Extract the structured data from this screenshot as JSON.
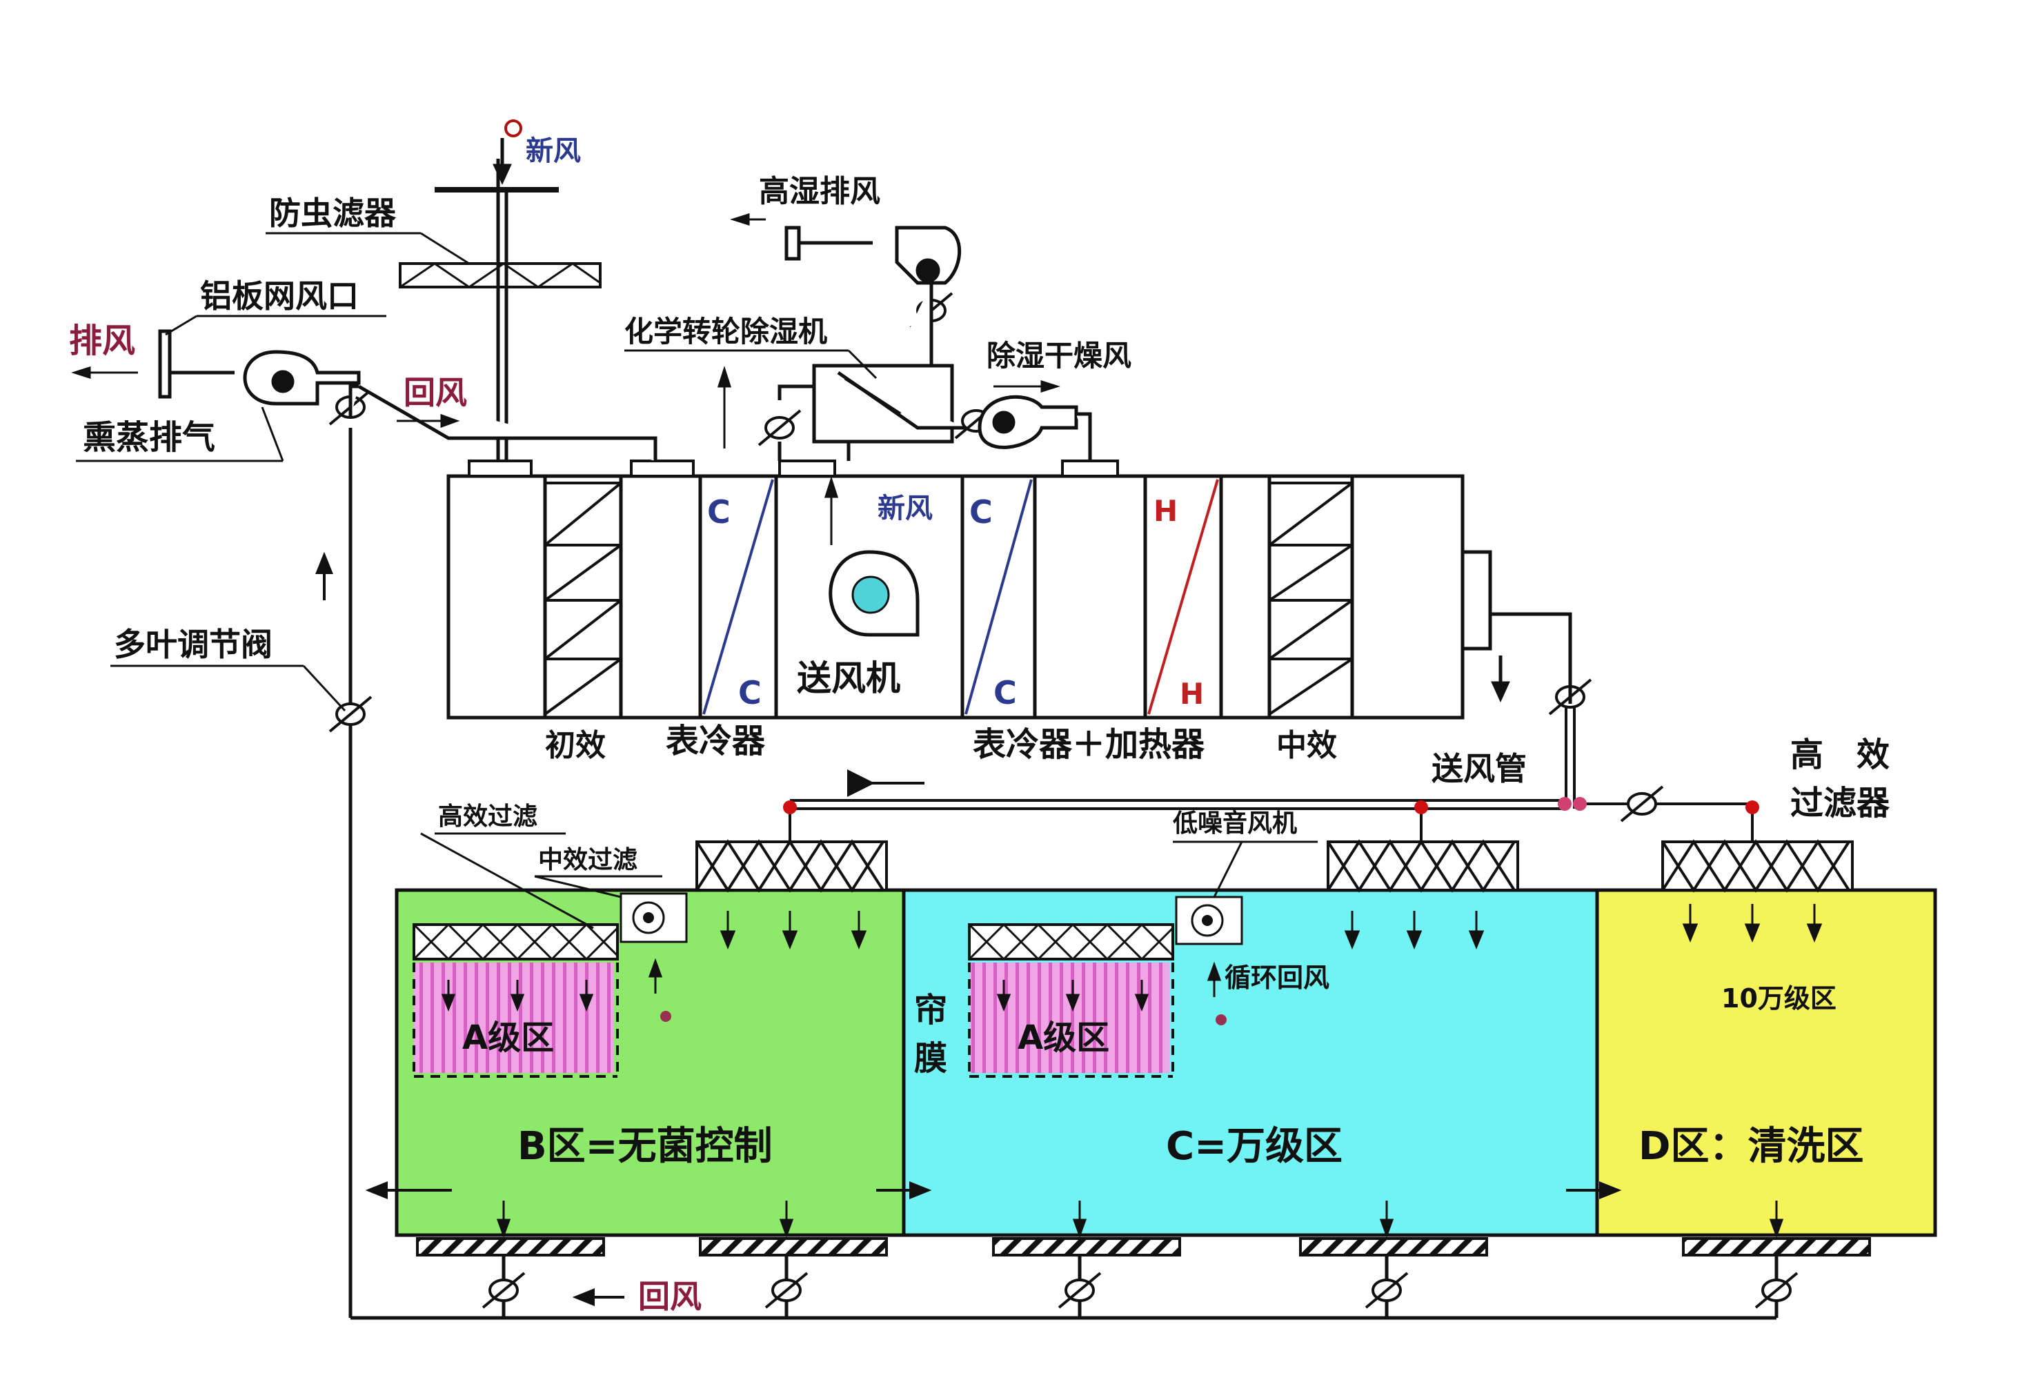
{
  "labels": {
    "fresh_air_top": "新风",
    "insect_filter": "防虫滤器",
    "aluminum_vent": "铝板网风口",
    "exhaust": "排风",
    "fumigation_exhaust": "熏蒸排气",
    "return_air_top": "回风",
    "multi_blade_damper": "多叶调节阀",
    "high_humidity_exhaust": "高湿排风",
    "rotary_dehumidifier": "化学转轮除湿机",
    "dehumidify_dry_air": "除湿干燥风",
    "fresh_air_ahu": "新风",
    "coil_c_top_1": "C",
    "coil_c_bottom_1": "C",
    "coil_c_top_2": "C",
    "coil_c_bottom_2": "C",
    "heater_h_top": "H",
    "heater_h_bottom": "H",
    "supply_fan": "送风机",
    "primary_filter": "初效",
    "cooling_coil": "表冷器",
    "cooler_heater": "表冷器＋加热器",
    "medium_filter": "中效",
    "supply_duct": "送风管",
    "hepa_line1": "高　效",
    "hepa_line2": "过滤器",
    "high_eff_filter": "高效过滤",
    "medium_eff_filter": "中效过滤",
    "low_noise_fan": "低噪音风机",
    "curtain_line1": "帘",
    "curtain_line2": "膜",
    "recirc_return": "循环回风",
    "zone_a_1": "A级区",
    "zone_a_2": "A级区",
    "zone_b": "B区=无菌控制",
    "zone_c": "C=万级区",
    "zone_100k": "10万级区",
    "zone_d": "D区：清洗区",
    "return_air_bottom": "回风"
  },
  "colors": {
    "line": "#111111",
    "blue_text": "#2b3a8f",
    "red_text": "#8b1c3c",
    "zone_b_fill": "#8ee86a",
    "zone_c_fill": "#72f3f3",
    "zone_d_fill": "#f5f35a",
    "zone_a_fill": "#f0a6e6",
    "zone_a_stripe": "#d860c4",
    "fan_hub": "#4fd3d9",
    "coil_c": "#2b3a8f",
    "coil_h": "#c02020"
  }
}
